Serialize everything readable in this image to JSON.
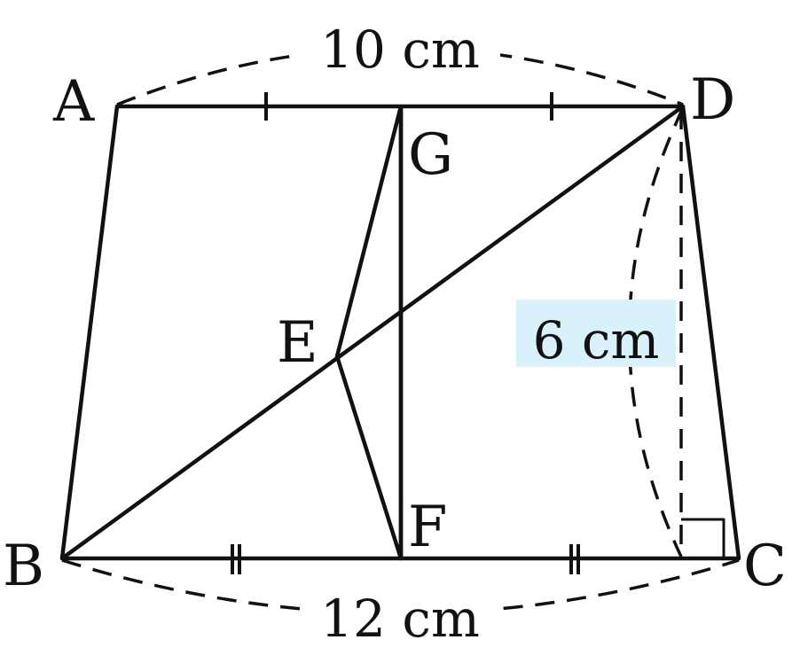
{
  "colors": {
    "trapezoid_fill": "#d9f1fb",
    "triangle_fill": "#fde0e4",
    "line": "#111111"
  },
  "labels": {
    "A": "A",
    "B": "B",
    "C": "C",
    "D": "D",
    "E": "E",
    "F": "F",
    "G": "G"
  },
  "dimensions": {
    "top": "10 cm",
    "bottom": "12 cm",
    "height": "6 cm"
  }
}
